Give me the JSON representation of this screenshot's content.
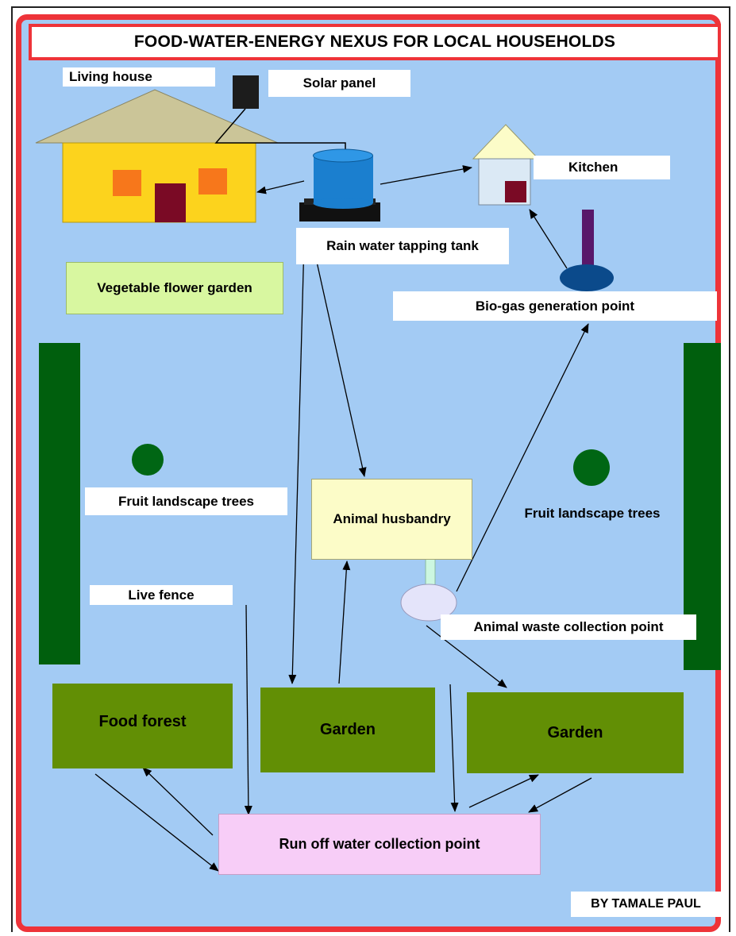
{
  "title": "FOOD-WATER-ENERGY NEXUS FOR LOCAL HOUSEHOLDS",
  "labels": {
    "living_house": "Living house",
    "solar_panel": "Solar panel",
    "kitchen": "Kitchen",
    "rain_tank": "Rain water tapping tank",
    "vegetable_garden": "Vegetable flower garden",
    "biogas": "Bio-gas generation point",
    "fruit_trees_left": "Fruit landscape trees",
    "fruit_trees_right": "Fruit landscape trees",
    "animal_husbandry": "Animal husbandry",
    "live_fence": "Live fence",
    "animal_waste": "Animal waste collection point",
    "food_forest": "Food forest",
    "garden_center": "Garden",
    "garden_right": "Garden",
    "runoff": "Run off water collection point",
    "author": "BY TAMALE PAUL"
  },
  "colors": {
    "background": "#a3cbf4",
    "frame": "#ee3339",
    "house_wall": "#fcd31d",
    "house_roof": "#cbc598",
    "window": "#f7771b",
    "door": "#7a0a25",
    "tank": "#1b7fcf",
    "fence": "#005f0d",
    "tree": "#006614",
    "garden": "#628f05",
    "husbandry": "#fcfcc8",
    "runoff": "#f7cdf7",
    "vegetable": "#d8f7a0",
    "waste": "#e4e4fa",
    "biogas_base": "#0b4a8b",
    "biogas_pipe": "#58186a"
  }
}
